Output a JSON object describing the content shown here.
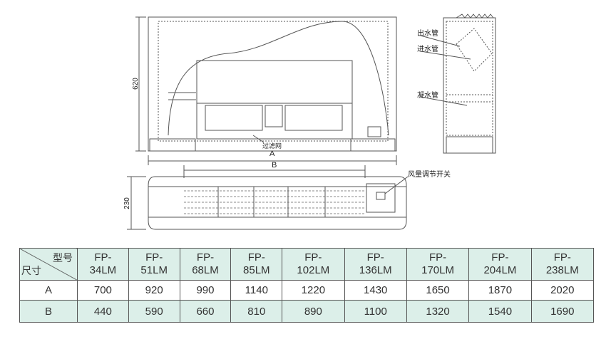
{
  "drawing": {
    "dim_height_front": "620",
    "dim_height_bottom": "230",
    "dim_A": "A",
    "dim_B": "B",
    "filter_label": "过滤网",
    "outlet_pipe_label": "出水管",
    "inlet_pipe_label": "进水管",
    "condensate_pipe_label": "凝水管",
    "airflow_switch_label": "风量调节开关"
  },
  "table": {
    "corner_top": "型号",
    "corner_bottom": "尺寸",
    "models": [
      [
        "FP-",
        "34LM"
      ],
      [
        "FP-",
        "51LM"
      ],
      [
        "FP-",
        "68LM"
      ],
      [
        "FP-",
        "85LM"
      ],
      [
        "FP-",
        "102LM"
      ],
      [
        "FP-",
        "136LM"
      ],
      [
        "FP-",
        "170LM"
      ],
      [
        "FP-",
        "204LM"
      ],
      [
        "FP-",
        "238LM"
      ]
    ],
    "rows": [
      {
        "label": "A",
        "values": [
          "700",
          "920",
          "990",
          "1140",
          "1220",
          "1430",
          "1650",
          "1870",
          "2020"
        ]
      },
      {
        "label": "B",
        "values": [
          "440",
          "590",
          "660",
          "810",
          "890",
          "1100",
          "1320",
          "1540",
          "1690"
        ]
      }
    ]
  }
}
